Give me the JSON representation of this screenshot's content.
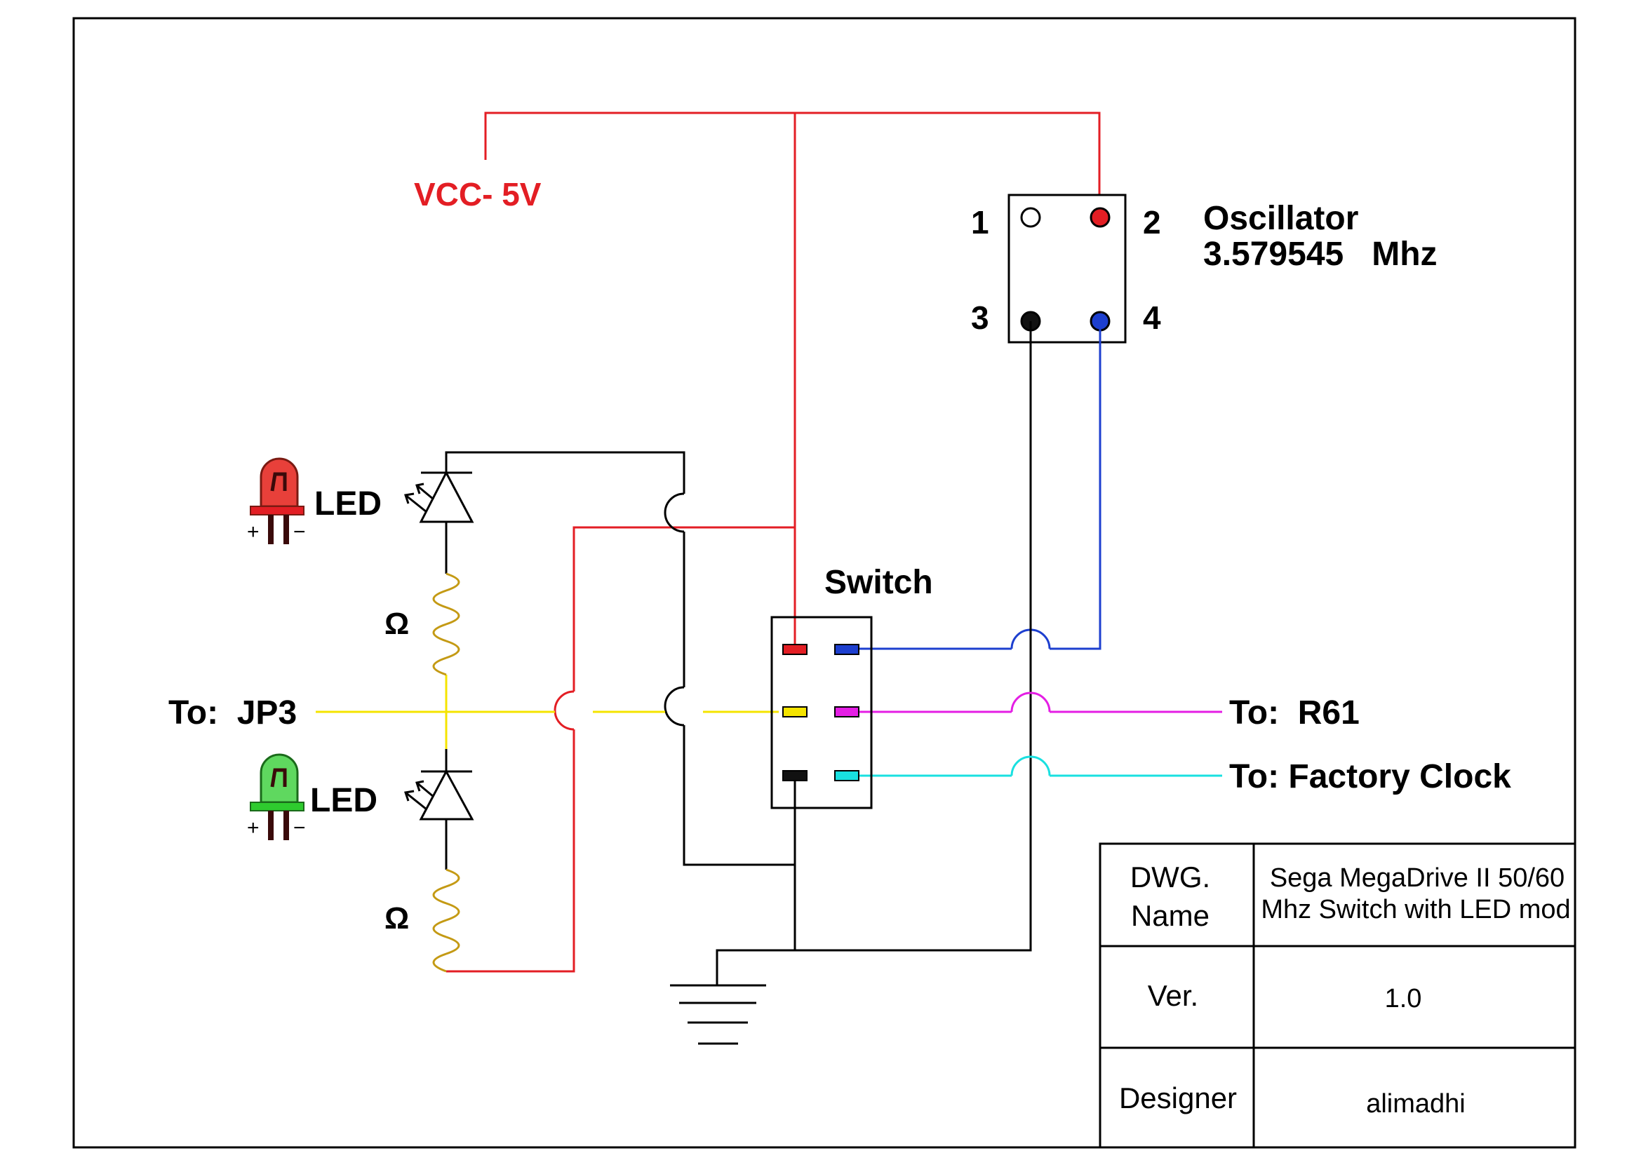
{
  "labels": {
    "vcc": "VCC- 5V",
    "oscillator_title": "Oscillator",
    "oscillator_freq": "3.579545   Mhz",
    "pin1": "1",
    "pin2": "2",
    "pin3": "3",
    "pin4": "4",
    "switch": "Switch",
    "led_top": "LED",
    "led_bottom": "LED",
    "resistor_top": "Ω",
    "resistor_bottom": "Ω",
    "jp3": "To:  JP3",
    "r61": "To:  R61",
    "factory_clock": "To: Factory Clock"
  },
  "title_block": {
    "dwg_name_label_1": "DWG.",
    "dwg_name_label_2": "Name",
    "dwg_name_value_1": "Sega MegaDrive II 50/60",
    "dwg_name_value_2": "Mhz Switch with LED mod",
    "ver_label": "Ver.",
    "ver_value": "1.0",
    "designer_label": "Designer",
    "designer_value": "alimadhi"
  },
  "colors": {
    "vcc_wire": "#e31e24",
    "oscillator_out_wire": "#1d3fcf",
    "jp3_wire": "#f5e400",
    "r61_wire": "#e41ee4",
    "factory_clock_wire": "#19e0e0",
    "ground_wire": "#000000",
    "resistor": "#c49a14",
    "led_red": "#e8403a",
    "led_green": "#2ecb2e"
  }
}
